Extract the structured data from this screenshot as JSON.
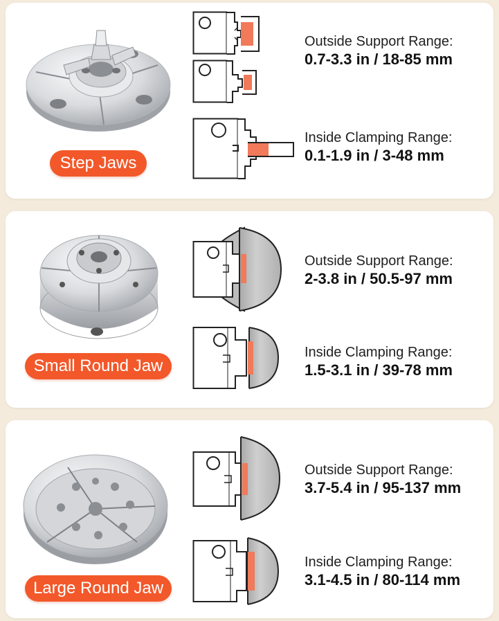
{
  "sections": [
    {
      "badge": "Step Jaws",
      "specs": [
        {
          "label": "Outside Support Range:",
          "value": "0.7-3.3 in / 18-85 mm"
        },
        {
          "label": "Inside Clamping Range:",
          "value": "0.1-1.9 in / 3-48 mm"
        }
      ]
    },
    {
      "badge": "Small Round Jaw",
      "specs": [
        {
          "label": "Outside Support Range:",
          "value": "2-3.8 in / 50.5-97 mm"
        },
        {
          "label": "Inside Clamping Range:",
          "value": "1.5-3.1 in / 39-78 mm"
        }
      ]
    },
    {
      "badge": "Large Round Jaw",
      "specs": [
        {
          "label": "Outside Support Range:",
          "value": "3.7-5.4 in / 95-137 mm"
        },
        {
          "label": "Inside Clamping Range:",
          "value": "3.1-4.5 in / 80-114 mm"
        }
      ]
    }
  ],
  "colors": {
    "badge": "#f2582a",
    "highlight": "#f07a5a",
    "background": "#f4ebdd",
    "workpiece": "#bdbdbd"
  }
}
